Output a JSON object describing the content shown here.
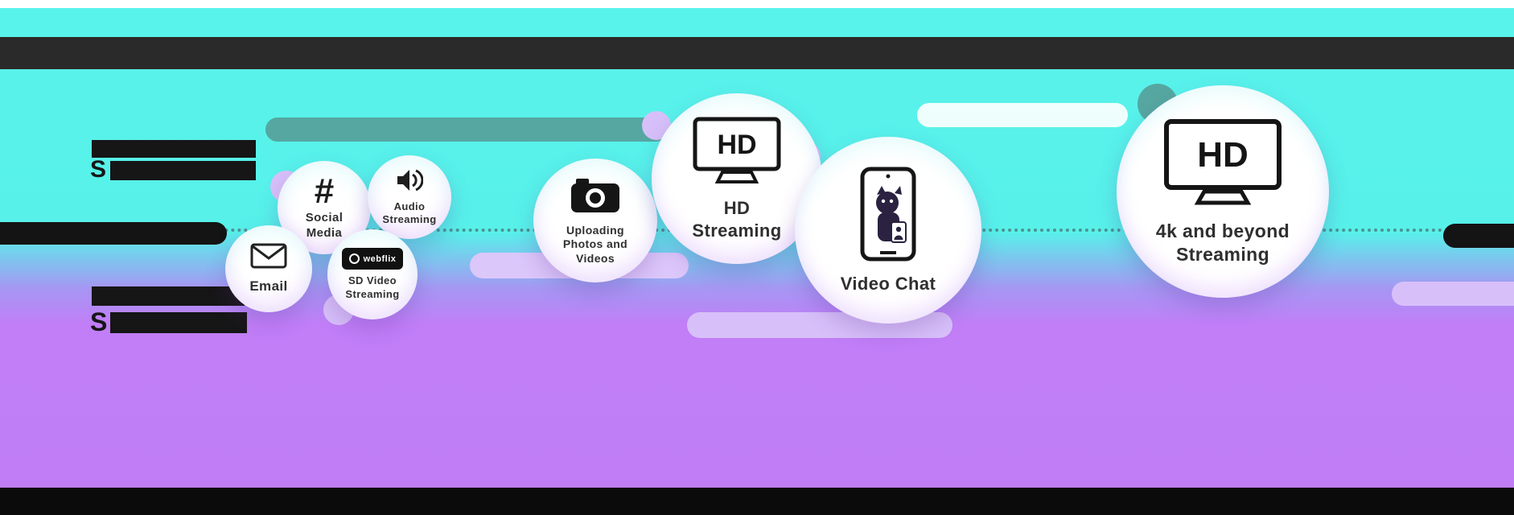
{
  "infographic": {
    "left_redacted": {
      "block_a_prefix": "S",
      "block_b_prefix": "S"
    },
    "colors": {
      "background_cyan": "#58f3eb",
      "background_purple": "#c17ef7",
      "header_bar": "#2b2a2a",
      "footer_bar": "#0b0b0b",
      "teal_pill": "#56a7a1",
      "lavender_pill": "#d7c0f9",
      "redacted_bar": "#161616"
    },
    "bubbles": [
      {
        "id": "email",
        "label": "Email"
      },
      {
        "id": "social-media",
        "label": "Social Media",
        "icon_text": "#"
      },
      {
        "id": "audio-streaming",
        "label": "Audio Streaming"
      },
      {
        "id": "sd-video-streaming",
        "label": "SD Video Streaming",
        "icon_text": "webflix"
      },
      {
        "id": "uploading",
        "label": "Uploading Photos and Videos"
      },
      {
        "id": "hd-streaming",
        "label": "HD Streaming",
        "icon_text": "HD"
      },
      {
        "id": "video-chat",
        "label": "Video Chat"
      },
      {
        "id": "4k-streaming",
        "label": "4k and beyond Streaming",
        "icon_text": "HD"
      }
    ]
  }
}
